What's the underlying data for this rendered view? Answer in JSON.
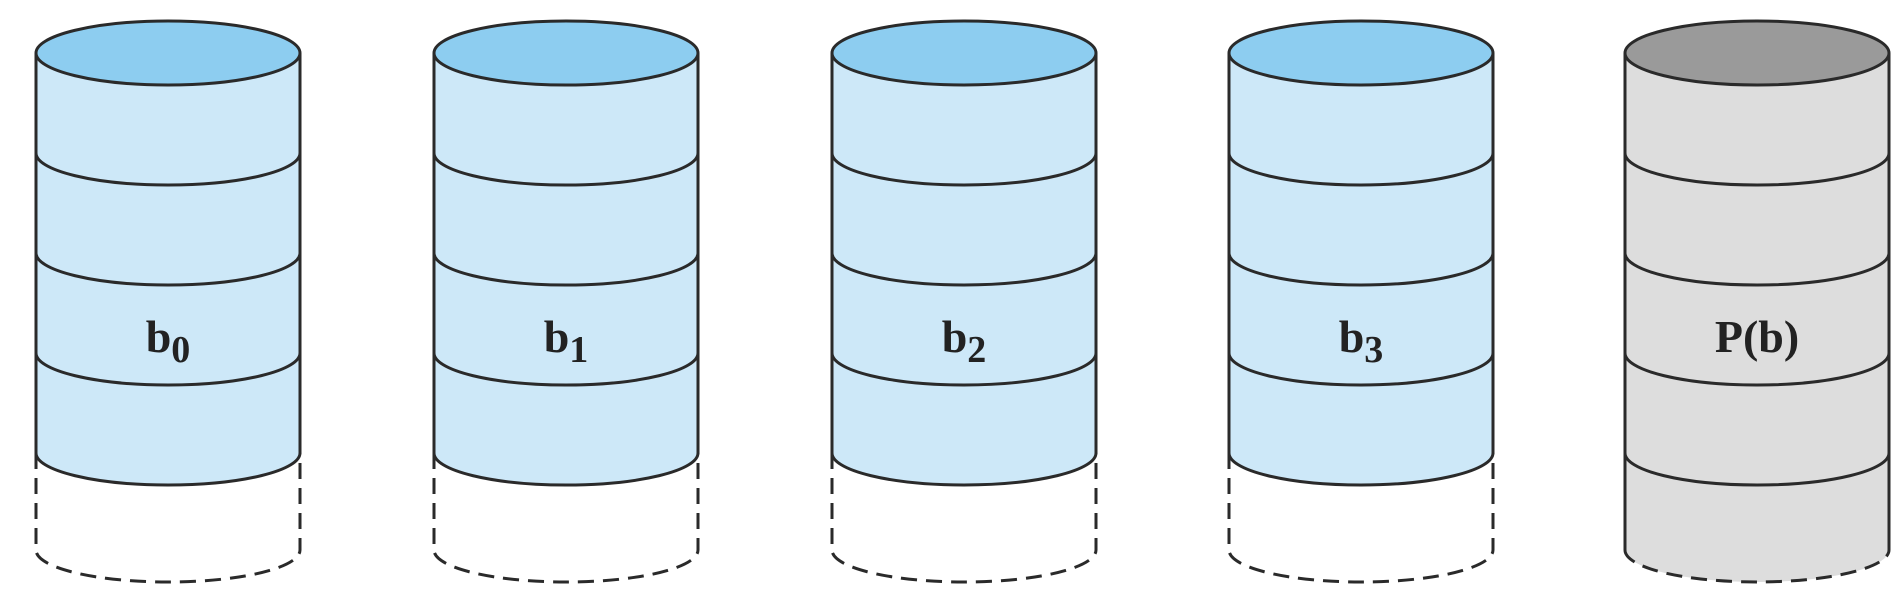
{
  "disks": [
    {
      "label_main": "b",
      "label_sub": "0",
      "kind": "data"
    },
    {
      "label_main": "b",
      "label_sub": "1",
      "kind": "data"
    },
    {
      "label_main": "b",
      "label_sub": "2",
      "kind": "data"
    },
    {
      "label_main": "b",
      "label_sub": "3",
      "kind": "data"
    },
    {
      "label_main": "P",
      "label_sub": "(b)",
      "kind": "parity"
    }
  ],
  "colors": {
    "data_body": "#CDE8F8",
    "data_top": "#8DCDF0",
    "parity_body": "#DDDDDD",
    "parity_top": "#9A9A9A",
    "stroke": "#2A2A2A"
  }
}
